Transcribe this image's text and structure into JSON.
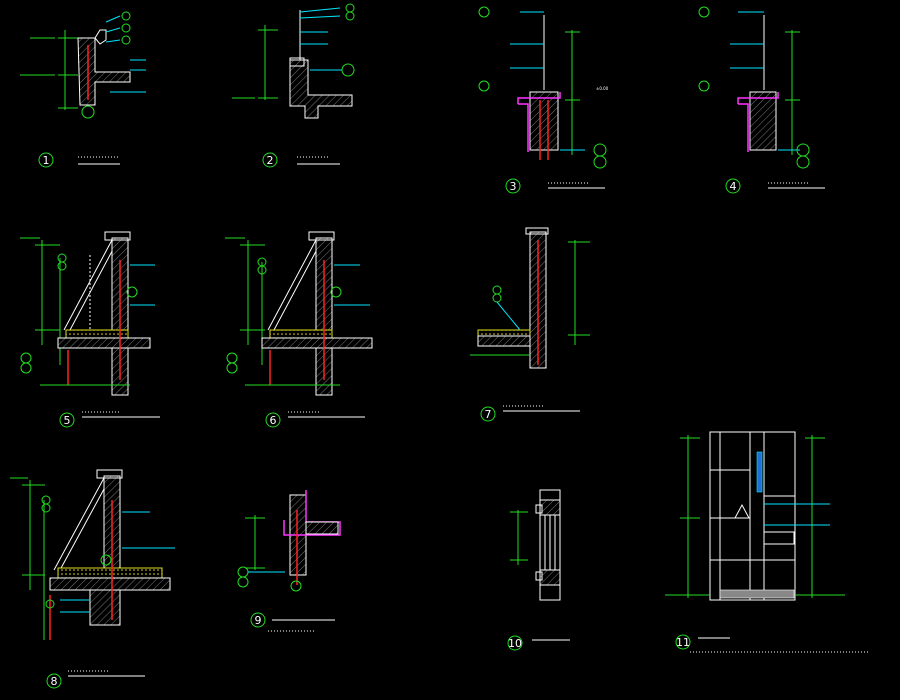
{
  "details": [
    {
      "id": "1"
    },
    {
      "id": "2"
    },
    {
      "id": "3"
    },
    {
      "id": "4"
    },
    {
      "id": "5"
    },
    {
      "id": "6"
    },
    {
      "id": "7"
    },
    {
      "id": "8"
    },
    {
      "id": "9"
    },
    {
      "id": "10"
    },
    {
      "id": "11"
    }
  ],
  "colors": {
    "background": "#000000",
    "outline": "#ffffff",
    "dimension": "#22dd22",
    "annotation": "#00e5ff",
    "waterproof": "#ff33ff",
    "rebar": "#ff2222",
    "insulation": "#dddd22"
  }
}
